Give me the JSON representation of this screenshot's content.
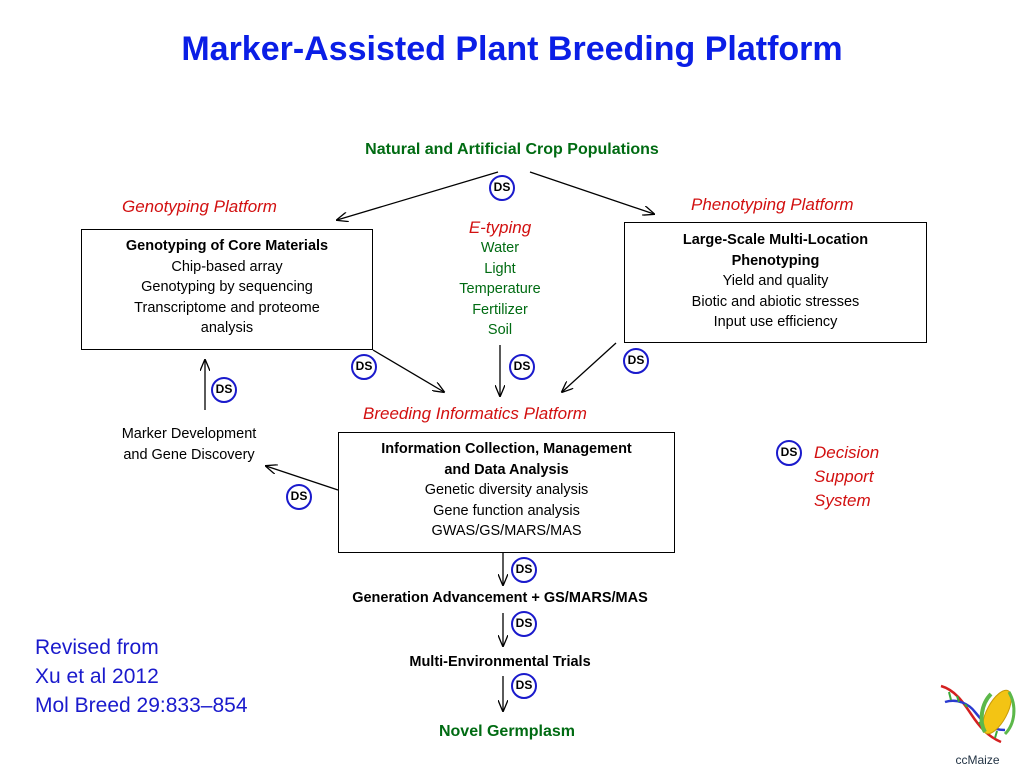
{
  "title": "Marker-Assisted Plant Breeding Platform",
  "top_node": "Natural and Artificial  Crop Populations",
  "genotyping": {
    "platform_label": "Genotyping Platform",
    "box_title": "Genotyping of Core Materials",
    "items": [
      "Chip-based array",
      "Genotyping by sequencing",
      "Transcriptome and proteome",
      "analysis"
    ]
  },
  "phenotyping": {
    "platform_label": "Phenotyping Platform",
    "box_title": [
      "Large-Scale Multi-Location",
      "Phenotyping"
    ],
    "items": [
      "Yield and quality",
      "Biotic and abiotic stresses",
      "Input use efficiency"
    ]
  },
  "etyping": {
    "label": "E-typing",
    "items": [
      "Water",
      "Light",
      "Temperature",
      "Fertilizer",
      "Soil"
    ]
  },
  "informatics": {
    "platform_label": "Breeding Informatics Platform",
    "box_title": [
      "Information Collection, Management",
      "and Data Analysis"
    ],
    "items": [
      "Genetic diversity analysis",
      "Gene function analysis",
      "GWAS/GS/MARS/MAS"
    ]
  },
  "marker_dev": [
    "Marker Development",
    "and Gene Discovery"
  ],
  "generation": "Generation Advancement + GS/MARS/MAS",
  "trials": "Multi-Environmental Trials",
  "germplasm": "Novel Germplasm",
  "ds_label": "DS",
  "legend": [
    "Decision",
    "Support",
    "System"
  ],
  "citation": [
    "Revised from",
    "Xu et al 2012",
    "Mol Breed 29:833–854"
  ],
  "logo_text": "ccMaize",
  "colors": {
    "title": "#0a1ee6",
    "green": "#006b12",
    "red": "#d21010",
    "ds_ring": "#1a1acc"
  }
}
